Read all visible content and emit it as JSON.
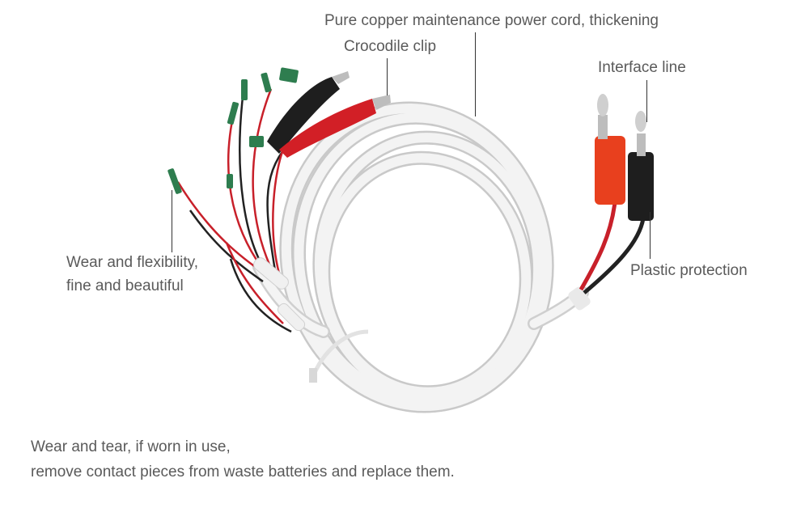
{
  "callouts": {
    "power_cord": "Pure copper maintenance power cord, thickening",
    "crocodile_clip": "Crocodile clip",
    "interface_line": "Interface line",
    "plastic_protection": "Plastic protection",
    "wear_line1": "Wear and flexibility,",
    "wear_line2": "fine and beautiful"
  },
  "footer": {
    "line1": "Wear and tear, if worn in use,",
    "line2": "remove contact pieces from waste batteries and replace them."
  },
  "colors": {
    "cable": "#ececec",
    "red_wire": "#c8202a",
    "black_wire": "#222222",
    "red_plug": "#e8401e",
    "pcb_green": "#2e7d4f"
  }
}
